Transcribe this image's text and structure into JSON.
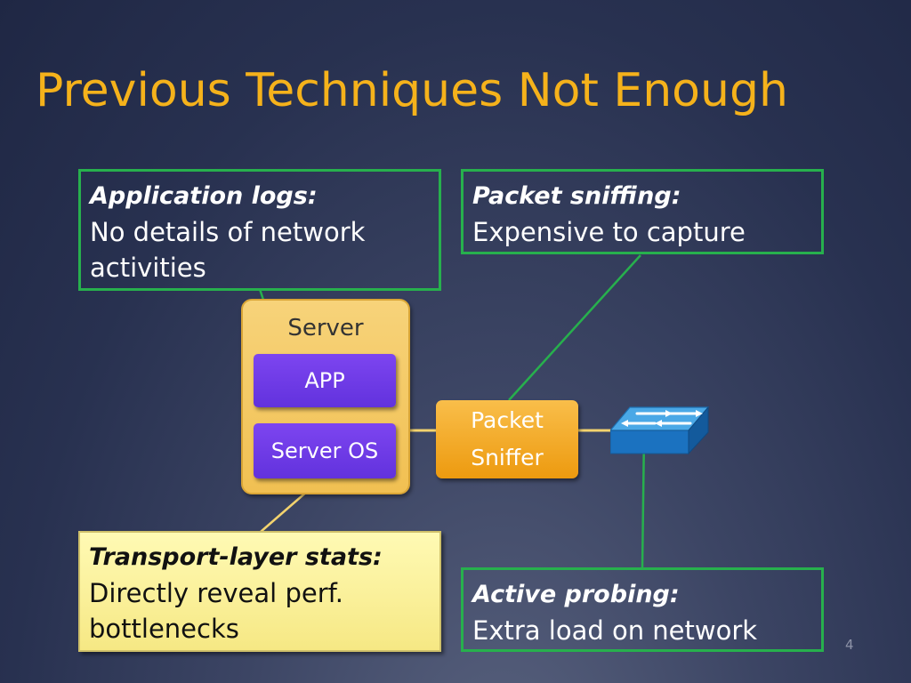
{
  "slide": {
    "title": "Previous Techniques Not Enough",
    "page_number": "4"
  },
  "boxes": {
    "app_logs": {
      "heading": "Application logs:",
      "text": "No details of network activities"
    },
    "packet_sniffing": {
      "heading": "Packet sniffing:",
      "text": "Expensive to capture"
    },
    "transport_stats": {
      "heading": "Transport-layer stats:",
      "text": "Directly reveal perf. bottlenecks"
    },
    "active_probing": {
      "heading": "Active probing:",
      "text": "Extra load on network"
    }
  },
  "server": {
    "label": "Server",
    "app": "APP",
    "os": "Server OS"
  },
  "sniffer": {
    "line1": "Packet",
    "line2": "Sniffer"
  },
  "icons": {
    "network_switch": "switch-icon"
  },
  "colors": {
    "title": "#f5b21b",
    "box_border": "#27b04d",
    "connector_green": "#27b04d",
    "connector_yellow": "#f3d36e",
    "app_block": "#6a37e3",
    "sniffer": "#f0a325",
    "server": "#f3c65e",
    "highlight_box": "#fbf19e"
  }
}
